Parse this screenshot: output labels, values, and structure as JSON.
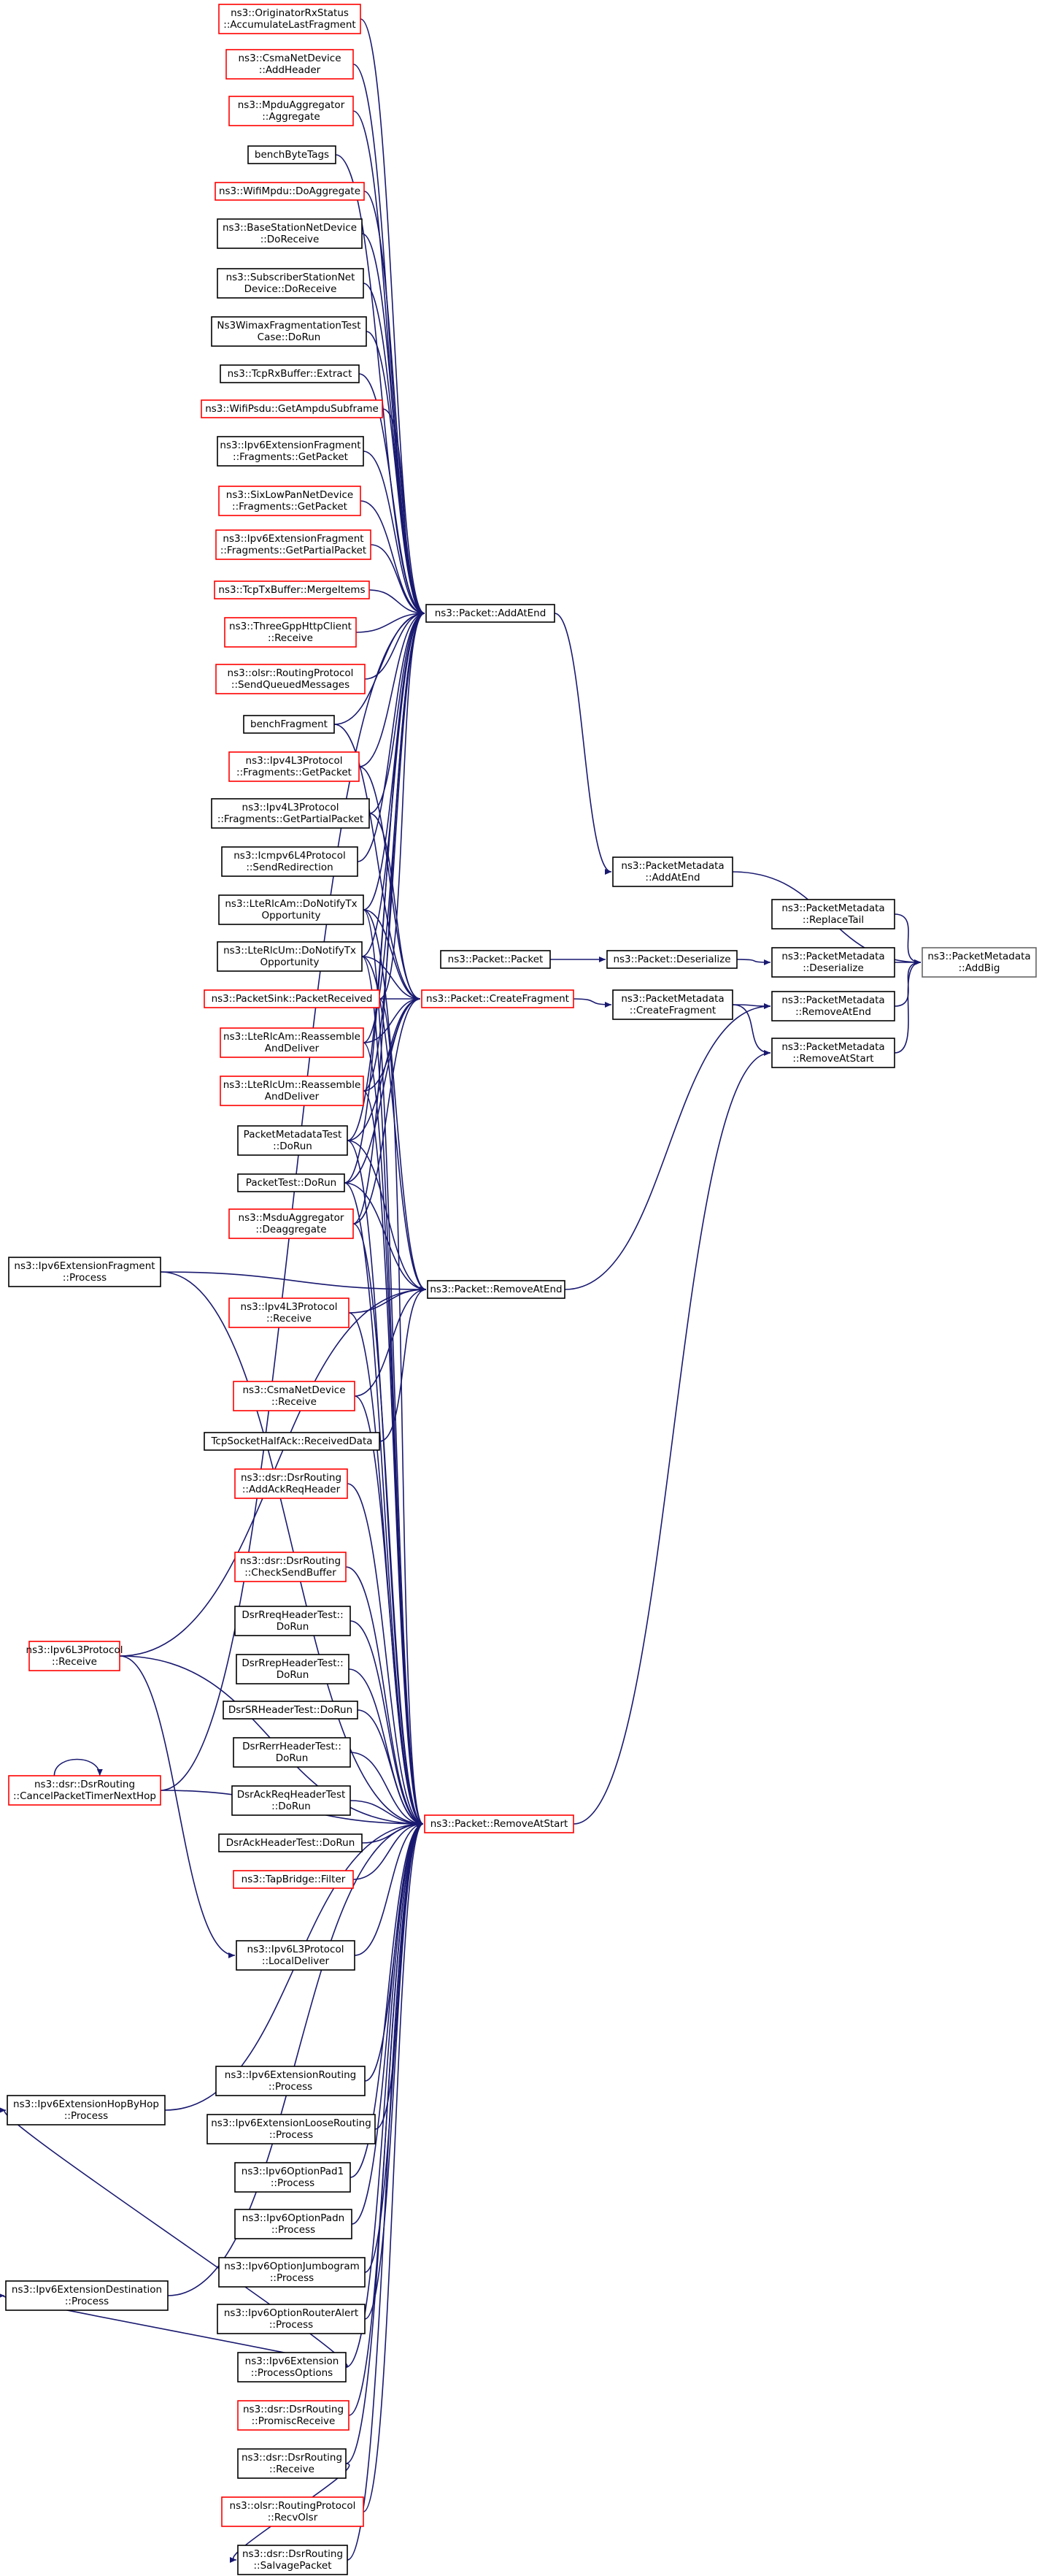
{
  "diagram": {
    "type": "doxygen-caller-graph",
    "root": "n68",
    "colors": {
      "edge": "#191970",
      "complete_border": "#000000",
      "truncated_border": "#ff0000",
      "root_fill": "#bfbfbf",
      "node_fill": "#ffffff"
    },
    "nodes": [
      {
        "id": "n1",
        "lines": [
          "ns3::OriginatorRxStatus",
          "::AccumulateLastFragment"
        ],
        "truncated": true
      },
      {
        "id": "n2",
        "lines": [
          "ns3::CsmaNetDevice",
          "::AddHeader"
        ],
        "truncated": true
      },
      {
        "id": "n3",
        "lines": [
          "ns3::MpduAggregator",
          "::Aggregate"
        ],
        "truncated": true
      },
      {
        "id": "n4",
        "lines": [
          "benchByteTags"
        ],
        "truncated": false
      },
      {
        "id": "n5",
        "lines": [
          "ns3::WifiMpdu::DoAggregate"
        ],
        "truncated": true
      },
      {
        "id": "n6",
        "lines": [
          "ns3::BaseStationNetDevice",
          "::DoReceive"
        ],
        "truncated": false
      },
      {
        "id": "n7",
        "lines": [
          "ns3::SubscriberStationNet",
          "Device::DoReceive"
        ],
        "truncated": false
      },
      {
        "id": "n8",
        "lines": [
          "Ns3WimaxFragmentationTest",
          "Case::DoRun"
        ],
        "truncated": false
      },
      {
        "id": "n9",
        "lines": [
          "ns3::TcpRxBuffer::Extract"
        ],
        "truncated": false
      },
      {
        "id": "n10",
        "lines": [
          "ns3::WifiPsdu::GetAmpduSubframe"
        ],
        "truncated": true
      },
      {
        "id": "n11",
        "lines": [
          "ns3::Ipv6ExtensionFragment",
          "::Fragments::GetPacket"
        ],
        "truncated": false
      },
      {
        "id": "n12",
        "lines": [
          "ns3::SixLowPanNetDevice",
          "::Fragments::GetPacket"
        ],
        "truncated": true
      },
      {
        "id": "n13",
        "lines": [
          "ns3::Ipv6ExtensionFragment",
          "::Fragments::GetPartialPacket"
        ],
        "truncated": true
      },
      {
        "id": "n14",
        "lines": [
          "ns3::TcpTxBuffer::MergeItems"
        ],
        "truncated": true
      },
      {
        "id": "n15",
        "lines": [
          "ns3::ThreeGppHttpClient",
          "::Receive"
        ],
        "truncated": true
      },
      {
        "id": "n16",
        "lines": [
          "ns3::olsr::RoutingProtocol",
          "::SendQueuedMessages"
        ],
        "truncated": true
      },
      {
        "id": "n17",
        "lines": [
          "benchFragment"
        ],
        "truncated": false
      },
      {
        "id": "n18",
        "lines": [
          "ns3::Ipv4L3Protocol",
          "::Fragments::GetPacket"
        ],
        "truncated": true
      },
      {
        "id": "n19",
        "lines": [
          "ns3::Ipv4L3Protocol",
          "::Fragments::GetPartialPacket"
        ],
        "truncated": false
      },
      {
        "id": "n20",
        "lines": [
          "ns3::Icmpv6L4Protocol",
          "::SendRedirection"
        ],
        "truncated": false
      },
      {
        "id": "n21",
        "lines": [
          "ns3::LteRlcAm::DoNotifyTx",
          "Opportunity"
        ],
        "truncated": false
      },
      {
        "id": "n22",
        "lines": [
          "ns3::LteRlcUm::DoNotifyTx",
          "Opportunity"
        ],
        "truncated": false
      },
      {
        "id": "n23",
        "lines": [
          "ns3::PacketSink::PacketReceived"
        ],
        "truncated": true
      },
      {
        "id": "n24",
        "lines": [
          "ns3::LteRlcAm::Reassemble",
          "AndDeliver"
        ],
        "truncated": true
      },
      {
        "id": "n25",
        "lines": [
          "ns3::LteRlcUm::Reassemble",
          "AndDeliver"
        ],
        "truncated": true
      },
      {
        "id": "n26",
        "lines": [
          "PacketMetadataTest",
          "::DoRun"
        ],
        "truncated": false
      },
      {
        "id": "n27",
        "lines": [
          "PacketTest::DoRun"
        ],
        "truncated": false
      },
      {
        "id": "n28",
        "lines": [
          "ns3::MsduAggregator",
          "::Deaggregate"
        ],
        "truncated": true
      },
      {
        "id": "n29",
        "lines": [
          "ns3::Ipv6ExtensionFragment",
          "::Process"
        ],
        "truncated": false
      },
      {
        "id": "n30",
        "lines": [
          "ns3::Ipv4L3Protocol",
          "::Receive"
        ],
        "truncated": true
      },
      {
        "id": "n31",
        "lines": [
          "ns3::CsmaNetDevice",
          "::Receive"
        ],
        "truncated": true
      },
      {
        "id": "n32",
        "lines": [
          "TcpSocketHalfAck::ReceivedData"
        ],
        "truncated": false
      },
      {
        "id": "n33",
        "lines": [
          "ns3::dsr::DsrRouting",
          "::AddAckReqHeader"
        ],
        "truncated": true
      },
      {
        "id": "n34",
        "lines": [
          "ns3::dsr::DsrRouting",
          "::CheckSendBuffer"
        ],
        "truncated": true
      },
      {
        "id": "n35",
        "lines": [
          "DsrRreqHeaderTest::",
          "DoRun"
        ],
        "truncated": false
      },
      {
        "id": "n36",
        "lines": [
          "DsrRrepHeaderTest::",
          "DoRun"
        ],
        "truncated": false
      },
      {
        "id": "n37",
        "lines": [
          "DsrSRHeaderTest::DoRun"
        ],
        "truncated": false
      },
      {
        "id": "n38",
        "lines": [
          "DsrRerrHeaderTest::",
          "DoRun"
        ],
        "truncated": false
      },
      {
        "id": "n39",
        "lines": [
          "DsrAckReqHeaderTest",
          "::DoRun"
        ],
        "truncated": false
      },
      {
        "id": "n40",
        "lines": [
          "DsrAckHeaderTest::DoRun"
        ],
        "truncated": false
      },
      {
        "id": "n41",
        "lines": [
          "ns3::TapBridge::Filter"
        ],
        "truncated": true
      },
      {
        "id": "n42",
        "lines": [
          "ns3::Ipv6L3Protocol",
          "::Receive"
        ],
        "truncated": true
      },
      {
        "id": "n43",
        "lines": [
          "ns3::dsr::DsrRouting",
          "::CancelPacketTimerNextHop"
        ],
        "truncated": true
      },
      {
        "id": "n44",
        "lines": [
          "ns3::Ipv6L3Protocol",
          "::LocalDeliver"
        ],
        "truncated": false
      },
      {
        "id": "n45",
        "lines": [
          "ns3::Ipv6ExtensionHopByHop",
          "::Process"
        ],
        "truncated": false
      },
      {
        "id": "n46",
        "lines": [
          "ns3::Ipv6ExtensionRouting",
          "::Process"
        ],
        "truncated": false
      },
      {
        "id": "n47",
        "lines": [
          "ns3::Ipv6ExtensionLooseRouting",
          "::Process"
        ],
        "truncated": false
      },
      {
        "id": "n48",
        "lines": [
          "ns3::Ipv6OptionPad1",
          "::Process"
        ],
        "truncated": false
      },
      {
        "id": "n49",
        "lines": [
          "ns3::Ipv6OptionPadn",
          "::Process"
        ],
        "truncated": false
      },
      {
        "id": "n50",
        "lines": [
          "ns3::Ipv6OptionJumbogram",
          "::Process"
        ],
        "truncated": false
      },
      {
        "id": "n51",
        "lines": [
          "ns3::Ipv6OptionRouterAlert",
          "::Process"
        ],
        "truncated": false
      },
      {
        "id": "n52",
        "lines": [
          "ns3::Ipv6ExtensionDestination",
          "::Process"
        ],
        "truncated": false
      },
      {
        "id": "n53",
        "lines": [
          "ns3::Ipv6Extension",
          "::ProcessOptions"
        ],
        "truncated": false
      },
      {
        "id": "n54",
        "lines": [
          "ns3::dsr::DsrRouting",
          "::PromiscReceive"
        ],
        "truncated": true
      },
      {
        "id": "n55",
        "lines": [
          "ns3::dsr::DsrRouting",
          "::Receive"
        ],
        "truncated": false
      },
      {
        "id": "n56",
        "lines": [
          "ns3::olsr::RoutingProtocol",
          "::RecvOlsr"
        ],
        "truncated": true
      },
      {
        "id": "n57",
        "lines": [
          "ns3::dsr::DsrRouting",
          "::SalvagePacket"
        ],
        "truncated": false
      },
      {
        "id": "n58",
        "lines": [
          "ns3::Packet::AddAtEnd"
        ],
        "truncated": false
      },
      {
        "id": "n59",
        "lines": [
          "ns3::Packet::CreateFragment"
        ],
        "truncated": true
      },
      {
        "id": "n60",
        "lines": [
          "ns3::Packet::RemoveAtEnd"
        ],
        "truncated": false
      },
      {
        "id": "n61",
        "lines": [
          "ns3::Packet::RemoveAtStart"
        ],
        "truncated": true
      },
      {
        "id": "n62",
        "lines": [
          "ns3::Packet::Packet"
        ],
        "truncated": false
      },
      {
        "id": "n63",
        "lines": [
          "ns3::Packet::Deserialize"
        ],
        "truncated": false
      },
      {
        "id": "n64",
        "lines": [
          "ns3::PacketMetadata",
          "::AddAtEnd"
        ],
        "truncated": false
      },
      {
        "id": "n65",
        "lines": [
          "ns3::PacketMetadata",
          "::CreateFragment"
        ],
        "truncated": false
      },
      {
        "id": "n66",
        "lines": [
          "ns3::PacketMetadata",
          "::ReplaceTail"
        ],
        "truncated": false
      },
      {
        "id": "n67",
        "lines": [
          "ns3::PacketMetadata",
          "::Deserialize"
        ],
        "truncated": false
      },
      {
        "id": "n68",
        "lines": [
          "ns3::PacketMetadata",
          "::AddBig"
        ],
        "truncated": false
      },
      {
        "id": "n69",
        "lines": [
          "ns3::PacketMetadata",
          "::RemoveAtEnd"
        ],
        "truncated": false
      },
      {
        "id": "n70",
        "lines": [
          "ns3::PacketMetadata",
          "::RemoveAtStart"
        ],
        "truncated": false
      }
    ],
    "edges": [
      [
        "n64",
        "n68"
      ],
      [
        "n66",
        "n68"
      ],
      [
        "n67",
        "n68"
      ],
      [
        "n69",
        "n68"
      ],
      [
        "n70",
        "n68"
      ],
      [
        "n58",
        "n64"
      ],
      [
        "n63",
        "n67"
      ],
      [
        "n62",
        "n63"
      ],
      [
        "n65",
        "n69"
      ],
      [
        "n65",
        "n70"
      ],
      [
        "n59",
        "n65"
      ],
      [
        "n60",
        "n69"
      ],
      [
        "n61",
        "n70"
      ],
      [
        "n11",
        "n58"
      ],
      [
        "n1",
        "n58"
      ],
      [
        "n2",
        "n58"
      ],
      [
        "n3",
        "n58"
      ],
      [
        "n4",
        "n58"
      ],
      [
        "n5",
        "n58"
      ],
      [
        "n6",
        "n58"
      ],
      [
        "n7",
        "n58"
      ],
      [
        "n8",
        "n58"
      ],
      [
        "n9",
        "n58"
      ],
      [
        "n10",
        "n58"
      ],
      [
        "n12",
        "n58"
      ],
      [
        "n13",
        "n58"
      ],
      [
        "n14",
        "n58"
      ],
      [
        "n15",
        "n58"
      ],
      [
        "n16",
        "n58"
      ],
      [
        "n17",
        "n58"
      ],
      [
        "n18",
        "n58"
      ],
      [
        "n19",
        "n58"
      ],
      [
        "n20",
        "n58"
      ],
      [
        "n21",
        "n58"
      ],
      [
        "n22",
        "n58"
      ],
      [
        "n23",
        "n58"
      ],
      [
        "n24",
        "n58"
      ],
      [
        "n25",
        "n58"
      ],
      [
        "n26",
        "n58"
      ],
      [
        "n27",
        "n58"
      ],
      [
        "n28",
        "n58"
      ],
      [
        "n43",
        "n58"
      ],
      [
        "n17",
        "n59"
      ],
      [
        "n18",
        "n59"
      ],
      [
        "n19",
        "n59"
      ],
      [
        "n21",
        "n59"
      ],
      [
        "n22",
        "n59"
      ],
      [
        "n23",
        "n59"
      ],
      [
        "n24",
        "n59"
      ],
      [
        "n25",
        "n59"
      ],
      [
        "n26",
        "n59"
      ],
      [
        "n27",
        "n59"
      ],
      [
        "n28",
        "n59"
      ],
      [
        "n21",
        "n60"
      ],
      [
        "n22",
        "n60"
      ],
      [
        "n26",
        "n60"
      ],
      [
        "n27",
        "n60"
      ],
      [
        "n29",
        "n60"
      ],
      [
        "n30",
        "n60"
      ],
      [
        "n31",
        "n60"
      ],
      [
        "n32",
        "n60"
      ],
      [
        "n42",
        "n60"
      ],
      [
        "n29",
        "n61"
      ],
      [
        "n30",
        "n61"
      ],
      [
        "n31",
        "n61"
      ],
      [
        "n21",
        "n61"
      ],
      [
        "n22",
        "n61"
      ],
      [
        "n23",
        "n61"
      ],
      [
        "n24",
        "n61"
      ],
      [
        "n25",
        "n61"
      ],
      [
        "n26",
        "n61"
      ],
      [
        "n27",
        "n61"
      ],
      [
        "n28",
        "n61"
      ],
      [
        "n33",
        "n61"
      ],
      [
        "n34",
        "n61"
      ],
      [
        "n35",
        "n61"
      ],
      [
        "n36",
        "n61"
      ],
      [
        "n37",
        "n61"
      ],
      [
        "n38",
        "n61"
      ],
      [
        "n39",
        "n61"
      ],
      [
        "n40",
        "n61"
      ],
      [
        "n41",
        "n61"
      ],
      [
        "n42",
        "n61"
      ],
      [
        "n43",
        "n61"
      ],
      [
        "n44",
        "n61"
      ],
      [
        "n45",
        "n61"
      ],
      [
        "n46",
        "n61"
      ],
      [
        "n47",
        "n61"
      ],
      [
        "n48",
        "n61"
      ],
      [
        "n49",
        "n61"
      ],
      [
        "n50",
        "n61"
      ],
      [
        "n51",
        "n61"
      ],
      [
        "n52",
        "n61"
      ],
      [
        "n53",
        "n61"
      ],
      [
        "n54",
        "n61"
      ],
      [
        "n55",
        "n61"
      ],
      [
        "n56",
        "n61"
      ],
      [
        "n57",
        "n61"
      ],
      [
        "n42",
        "n44"
      ],
      [
        "n55",
        "n57"
      ],
      [
        "n53",
        "n45"
      ],
      [
        "n53",
        "n52"
      ],
      [
        "n43",
        "n43"
      ]
    ]
  }
}
